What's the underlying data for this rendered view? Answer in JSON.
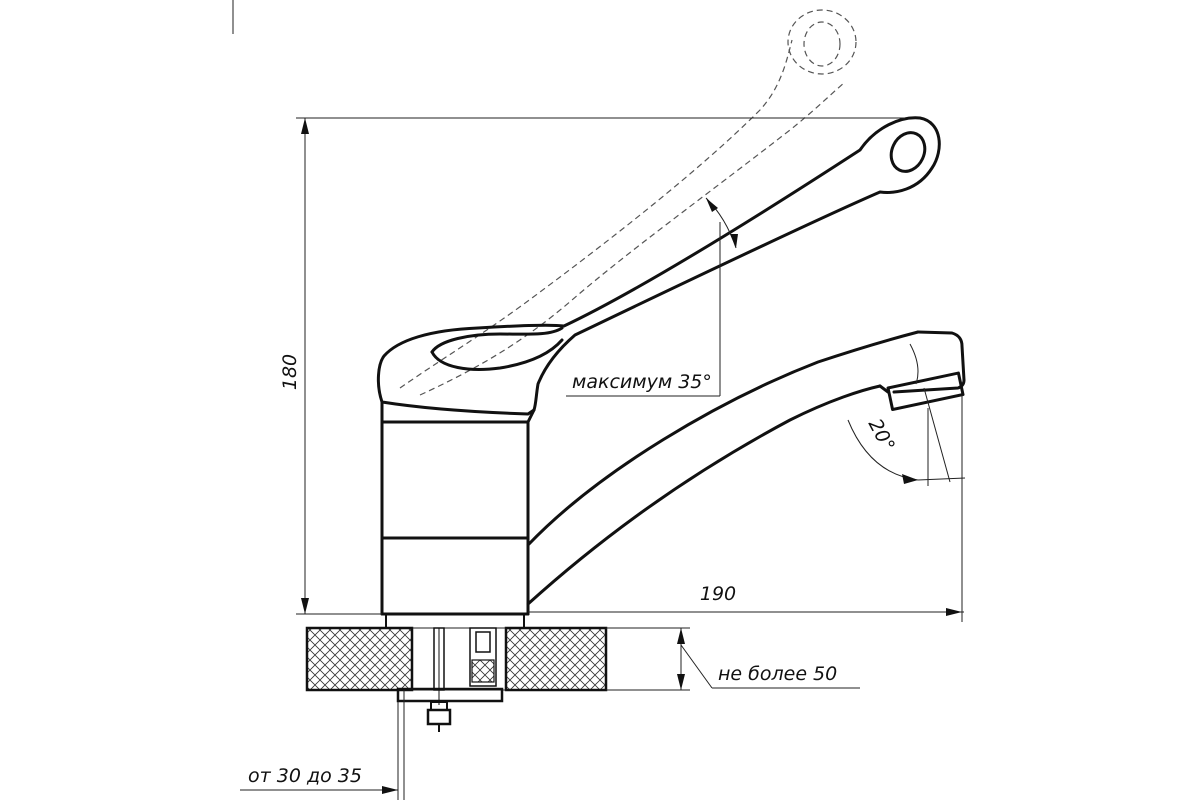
{
  "labels": {
    "height_dim": "180",
    "length_dim": "190",
    "lever_angle": "максимум 35°",
    "spout_angle": "20°",
    "counter_thickness": "не более 50",
    "hole_range": "от 30 до 35"
  }
}
